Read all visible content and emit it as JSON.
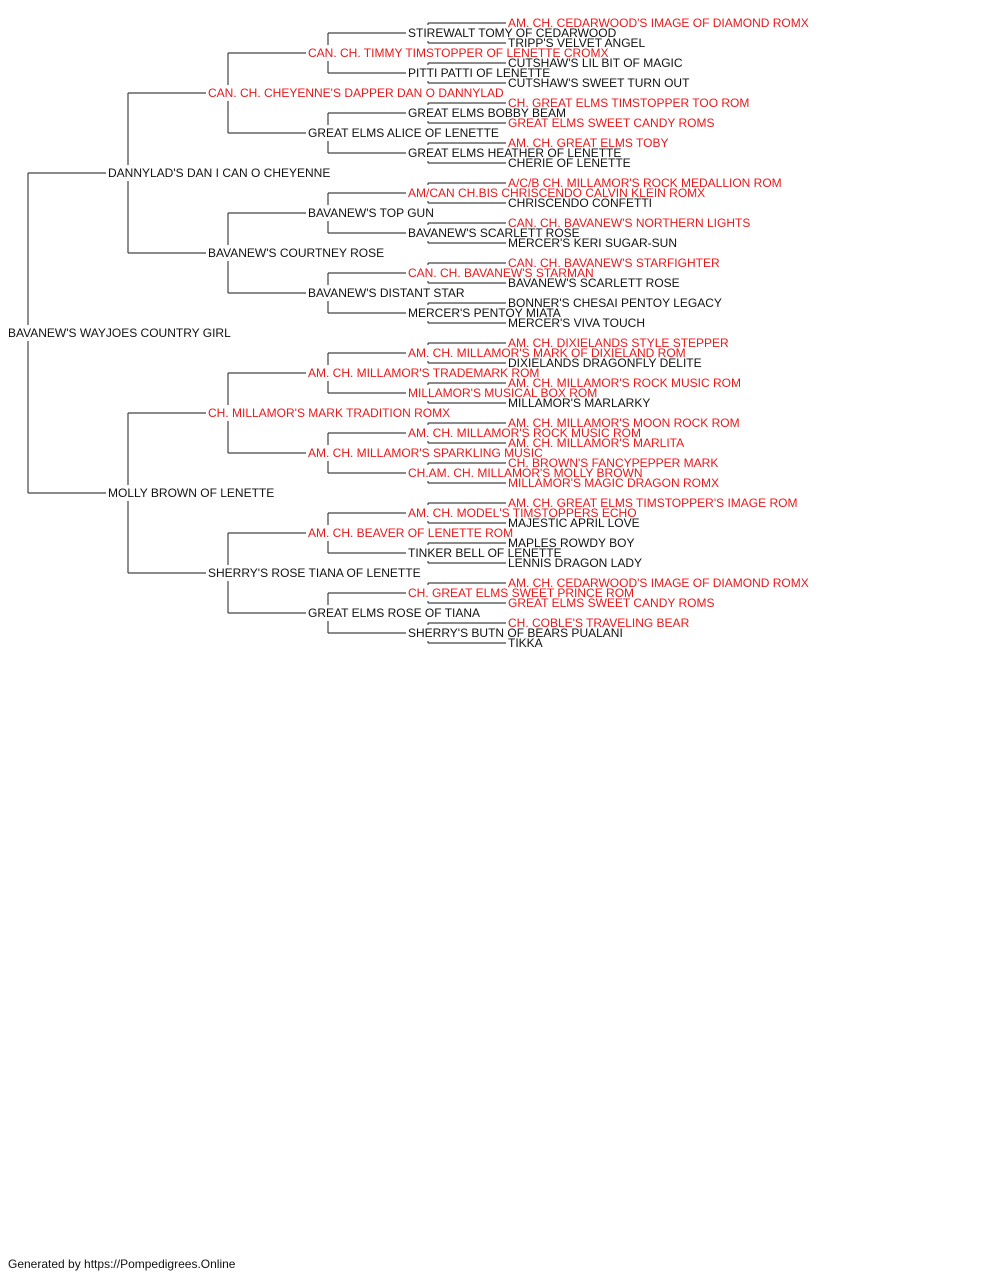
{
  "colors": {
    "champion": "#e8191c",
    "normal": "#111111",
    "line": "#444444"
  },
  "footer": "Generated by https://Pompedigrees.Online",
  "pedigree": {
    "name": "BAVANEW'S WAYJOES COUNTRY GIRL",
    "champion": false,
    "sire": {
      "name": "DANNYLAD'S DAN I CAN O CHEYENNE",
      "champion": false,
      "sire": {
        "name": "CAN. CH. CHEYENNE'S DAPPER DAN O DANNYLAD",
        "champion": true,
        "sire": {
          "name": "CAN. CH. TIMMY TIMSTOPPER OF LENETTE CROMX",
          "champion": true,
          "sire": {
            "name": "STIREWALT TOMY OF CEDARWOOD",
            "champion": false,
            "sire": {
              "name": "AM. CH. CEDARWOOD'S IMAGE OF DIAMOND ROMX",
              "champion": true
            },
            "dam": {
              "name": "TRIPP'S VELVET ANGEL",
              "champion": false
            }
          },
          "dam": {
            "name": "PITTI PATTI OF LENETTE",
            "champion": false,
            "sire": {
              "name": "CUTSHAW'S LIL BIT OF MAGIC",
              "champion": false
            },
            "dam": {
              "name": "CUTSHAW'S SWEET TURN OUT",
              "champion": false
            }
          }
        },
        "dam": {
          "name": "GREAT ELMS ALICE OF LENETTE",
          "champion": false,
          "sire": {
            "name": "GREAT ELMS BOBBY BEAM",
            "champion": false,
            "sire": {
              "name": "CH. GREAT ELMS TIMSTOPPER TOO ROM",
              "champion": true
            },
            "dam": {
              "name": "GREAT ELMS SWEET CANDY ROMS",
              "champion": true
            }
          },
          "dam": {
            "name": "GREAT ELMS HEATHER OF LENETTE",
            "champion": false,
            "sire": {
              "name": "AM. CH. GREAT ELMS TOBY",
              "champion": true
            },
            "dam": {
              "name": "CHERIE OF LENETTE",
              "champion": false
            }
          }
        }
      },
      "dam": {
        "name": "BAVANEW'S COURTNEY ROSE",
        "champion": false,
        "sire": {
          "name": "BAVANEW'S TOP GUN",
          "champion": false,
          "sire": {
            "name": "AM/CAN CH.BIS CHRISCENDO CALVIN KLEIN ROMX",
            "champion": true,
            "sire": {
              "name": "A/C/B CH. MILLAMOR'S ROCK MEDALLION ROM",
              "champion": true
            },
            "dam": {
              "name": "CHRISCENDO CONFETTI",
              "champion": false
            }
          },
          "dam": {
            "name": "BAVANEW'S SCARLETT ROSE",
            "champion": false,
            "sire": {
              "name": "CAN. CH. BAVANEW'S NORTHERN LIGHTS",
              "champion": true
            },
            "dam": {
              "name": "MERCER'S KERI SUGAR-SUN",
              "champion": false
            }
          }
        },
        "dam": {
          "name": "BAVANEW'S DISTANT STAR",
          "champion": false,
          "sire": {
            "name": "CAN. CH. BAVANEW'S STARMAN",
            "champion": true,
            "sire": {
              "name": "CAN. CH. BAVANEW'S STARFIGHTER",
              "champion": true
            },
            "dam": {
              "name": "BAVANEW'S SCARLETT ROSE",
              "champion": false
            }
          },
          "dam": {
            "name": "MERCER'S PENTOY MIATA",
            "champion": false,
            "sire": {
              "name": "BONNER'S CHESAI PENTOY LEGACY",
              "champion": false
            },
            "dam": {
              "name": "MERCER'S VIVA TOUCH",
              "champion": false
            }
          }
        }
      }
    },
    "dam": {
      "name": "MOLLY BROWN OF LENETTE",
      "champion": false,
      "sire": {
        "name": "CH. MILLAMOR'S MARK TRADITION ROMX",
        "champion": true,
        "sire": {
          "name": "AM. CH. MILLAMOR'S TRADEMARK ROM",
          "champion": true,
          "sire": {
            "name": "AM. CH. MILLAMOR'S MARK OF DIXIELAND ROM",
            "champion": true,
            "sire": {
              "name": "AM. CH. DIXIELANDS STYLE STEPPER",
              "champion": true
            },
            "dam": {
              "name": "DIXIELANDS DRAGONFLY DELITE",
              "champion": false
            }
          },
          "dam": {
            "name": "MILLAMOR'S MUSICAL BOX ROM",
            "champion": true,
            "sire": {
              "name": "AM. CH. MILLAMOR'S ROCK MUSIC ROM",
              "champion": true
            },
            "dam": {
              "name": "MILLAMOR'S MARLARKY",
              "champion": false
            }
          }
        },
        "dam": {
          "name": "AM. CH. MILLAMOR'S SPARKLING MUSIC",
          "champion": true,
          "sire": {
            "name": "AM. CH. MILLAMOR'S ROCK MUSIC ROM",
            "champion": true,
            "sire": {
              "name": "AM. CH. MILLAMOR'S MOON ROCK ROM",
              "champion": true
            },
            "dam": {
              "name": "AM. CH. MILLAMOR'S MARLITA",
              "champion": true
            }
          },
          "dam": {
            "name": "CH.AM. CH. MILLAMOR'S MOLLY BROWN",
            "champion": true,
            "sire": {
              "name": "CH. BROWN'S FANCYPEPPER MARK",
              "champion": true
            },
            "dam": {
              "name": "MILLAMOR'S MAGIC DRAGON ROMX",
              "champion": true
            }
          }
        }
      },
      "dam": {
        "name": "SHERRY'S ROSE TIANA OF LENETTE",
        "champion": false,
        "sire": {
          "name": "AM. CH. BEAVER OF LENETTE ROM",
          "champion": true,
          "sire": {
            "name": "AM. CH. MODEL'S TIMSTOPPERS ECHO",
            "champion": true,
            "sire": {
              "name": "AM. CH. GREAT ELMS TIMSTOPPER'S IMAGE ROM",
              "champion": true
            },
            "dam": {
              "name": "MAJESTIC APRIL LOVE",
              "champion": false
            }
          },
          "dam": {
            "name": "TINKER BELL OF LENETTE",
            "champion": false,
            "sire": {
              "name": "MAPLES ROWDY BOY",
              "champion": false
            },
            "dam": {
              "name": "LENNIS DRAGON LADY",
              "champion": false
            }
          }
        },
        "dam": {
          "name": "GREAT ELMS ROSE OF TIANA",
          "champion": false,
          "sire": {
            "name": "CH. GREAT ELMS SWEET PRINCE ROM",
            "champion": true,
            "sire": {
              "name": "AM. CH. CEDARWOOD'S IMAGE OF DIAMOND ROMX",
              "champion": true
            },
            "dam": {
              "name": "GREAT ELMS SWEET CANDY ROMS",
              "champion": true
            }
          },
          "dam": {
            "name": "SHERRY'S BUTN OF BEARS PUALANI",
            "champion": false,
            "sire": {
              "name": "CH. COBLE'S TRAVELING BEAR",
              "champion": true
            },
            "dam": {
              "name": "TIKKA",
              "champion": false
            }
          }
        }
      }
    }
  }
}
